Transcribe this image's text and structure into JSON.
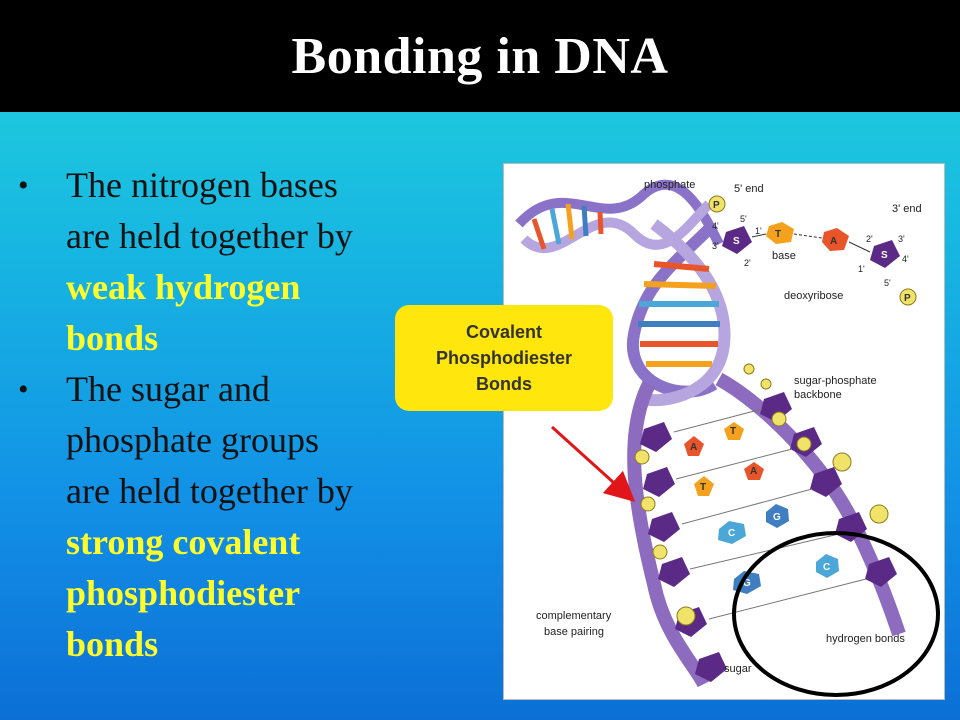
{
  "title": "Bonding in DNA",
  "bullets": [
    {
      "lines": [
        "The nitrogen bases",
        "are held together by"
      ],
      "highlight": [
        "weak hydrogen",
        "bonds"
      ]
    },
    {
      "lines": [
        "The sugar and",
        "phosphate groups",
        "are held together by"
      ],
      "highlight": [
        "strong covalent",
        "phosphodiester",
        "bonds"
      ]
    }
  ],
  "callout": [
    "Covalent",
    "Phosphodiester",
    "Bonds"
  ],
  "figure": {
    "labels": {
      "phosphate": "phosphate",
      "five_end": "5' end",
      "three_end": "3' end",
      "base": "base",
      "deoxyribose": "deoxyribose",
      "backbone_1": "sugar-phosphate",
      "backbone_2": "backbone",
      "complementary_1": "complementary",
      "complementary_2": "base pairing",
      "hydrogen_bonds": "hydrogen bonds",
      "sugar": "sugar"
    },
    "prime_marks": {
      "p4": "4'",
      "p3": "3'",
      "p5a": "5'",
      "p1a": "1'",
      "p2a": "2'",
      "p2b": "2'",
      "p3b": "3'",
      "p1b": "1'",
      "p4b": "4'",
      "p5b": "5'"
    },
    "glyphs": {
      "phosphate": "P",
      "sugar": "S",
      "thymine": "T",
      "adenine": "A",
      "cytosine": "C",
      "guanine": "G"
    },
    "colors": {
      "phosphate": "#f1e36a",
      "sugar": "#5b2a86",
      "thymine": "#f4a11d",
      "adenine": "#e8552a",
      "cytosine": "#4aa7d8",
      "guanine": "#3f7fc1",
      "arrow": "#e0161b",
      "circle": "#000000",
      "highlight_text": "#ffff2a",
      "callout": "#ffe60c"
    }
  }
}
